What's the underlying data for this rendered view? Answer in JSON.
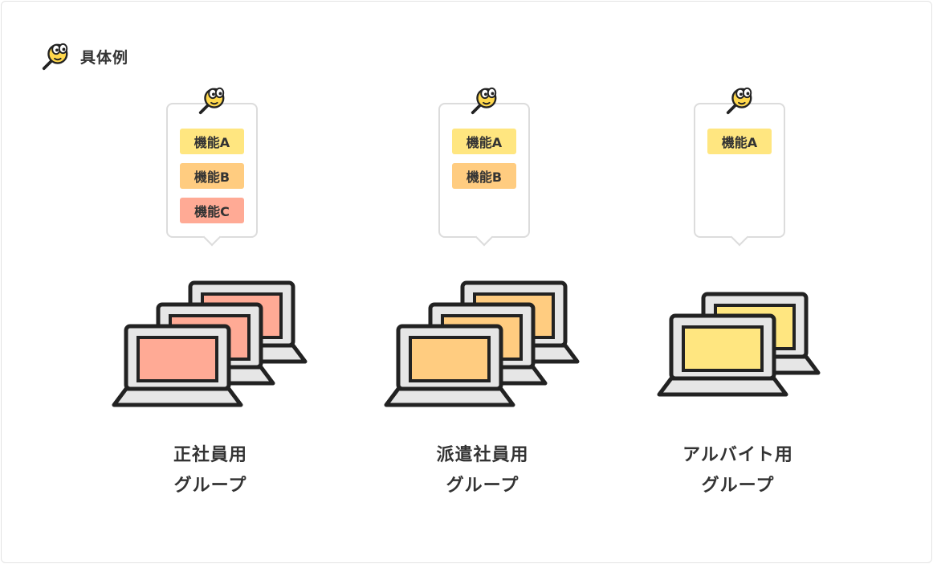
{
  "header": {
    "title": "具体例",
    "icon": "magnifier-mascot-icon"
  },
  "colors": {
    "A": "#ffe680",
    "B": "#ffcc80",
    "C": "#ffaa95"
  },
  "groups": [
    {
      "id": "fulltime",
      "features": [
        {
          "key": "A",
          "label": "機能A"
        },
        {
          "key": "B",
          "label": "機能B"
        },
        {
          "key": "C",
          "label": "機能C"
        }
      ],
      "laptop_count": 3,
      "label_line1": "正社員用",
      "label_line2": "グループ"
    },
    {
      "id": "dispatch",
      "features": [
        {
          "key": "A",
          "label": "機能A"
        },
        {
          "key": "B",
          "label": "機能B"
        }
      ],
      "laptop_count": 3,
      "label_line1": "派遣社員用",
      "label_line2": "グループ"
    },
    {
      "id": "parttime",
      "features": [
        {
          "key": "A",
          "label": "機能A"
        }
      ],
      "laptop_count": 2,
      "label_line1": "アルバイト用",
      "label_line2": "グループ"
    }
  ]
}
